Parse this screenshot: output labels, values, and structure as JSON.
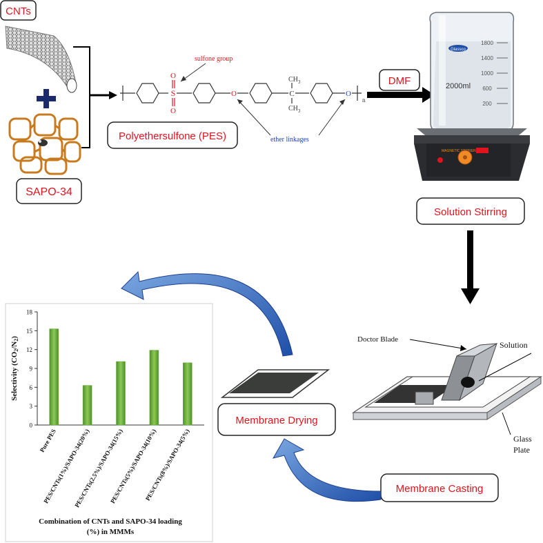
{
  "labels": {
    "cnts": "CNTs",
    "sapo": "SAPO-34",
    "pes": "Polyethersulfone (PES)",
    "dmf": "DMF",
    "stirring": "Solution Stirring",
    "drying": "Membrane Drying",
    "casting": "Membrane Casting"
  },
  "structure": {
    "sulfone_group": "sulfone group",
    "ether_linkages": "ether linkages",
    "ch3_top": "CH",
    "ch3_bottom": "CH",
    "subscript_3": "3",
    "carbon": "C",
    "sulfur": "S",
    "oxygen": "O",
    "repeat_n": "n"
  },
  "beaker": {
    "brand": "Glassco",
    "volume": "2000ml",
    "marks": [
      "1800",
      "1400",
      "1000",
      "600",
      "200"
    ],
    "stirrer_brand": "MAGNETIC STIRRER"
  },
  "casting_setup": {
    "doctor_blade": "Doctor Blade",
    "solution": "Solution",
    "glass_plate_line1": "Glass",
    "glass_plate_line2": "Plate"
  },
  "chart_data": {
    "type": "bar",
    "categories": [
      "Pure PES",
      "PES/CNTs(1%)/SAPO-34(20%)",
      "PES/CNTs(2.5%)/SAPO-34(15%)",
      "PES/CNTs(5%)/SAPO-34(10%)",
      "PES/CNTs(8%)/SAPO-34(5%)"
    ],
    "values": [
      15.3,
      6.3,
      10.1,
      11.9,
      9.9
    ],
    "ylabel_main": "Selectivity (CO",
    "ylabel_sub1": "2",
    "ylabel_mid": "/N",
    "ylabel_sub2": "2",
    "ylabel_end": ")",
    "xlabel_line1": "Combination  of CNTs and SAPO-34 loading",
    "xlabel_line2": "(%) in MMMs",
    "ylim": [
      0,
      18
    ],
    "yticks": [
      "0",
      "3",
      "6",
      "9",
      "12",
      "15",
      "18"
    ],
    "bar_color": "#6aa93a"
  }
}
